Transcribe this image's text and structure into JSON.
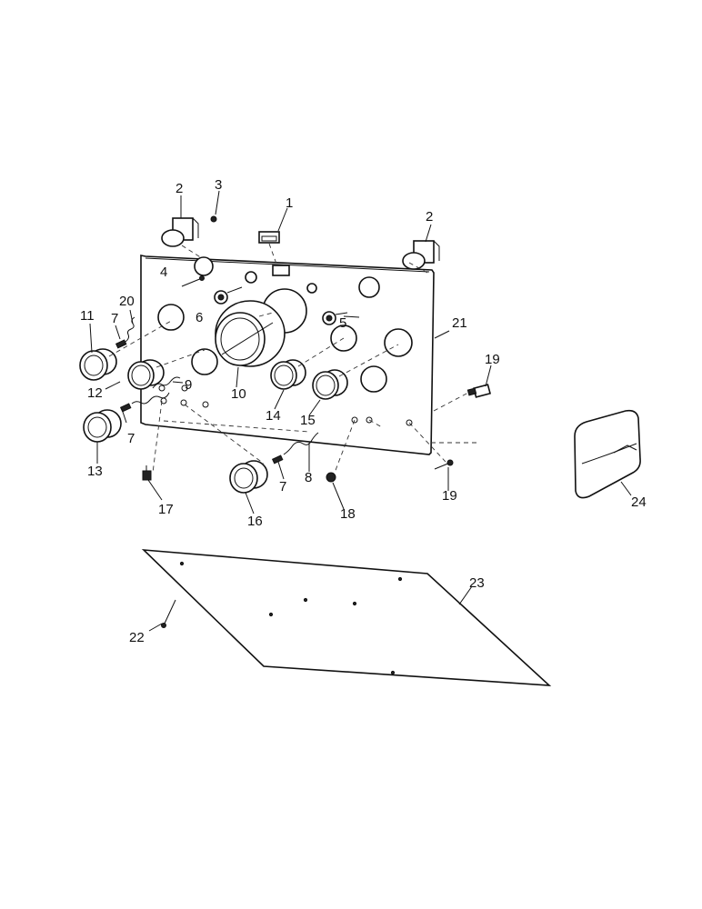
{
  "callouts": [
    "1",
    "2",
    "2",
    "3",
    "4",
    "5",
    "6",
    "7",
    "7",
    "7",
    "8",
    "9",
    "10",
    "11",
    "12",
    "13",
    "14",
    "15",
    "16",
    "17",
    "18",
    "19",
    "19",
    "20",
    "21",
    "22",
    "23",
    "24"
  ]
}
